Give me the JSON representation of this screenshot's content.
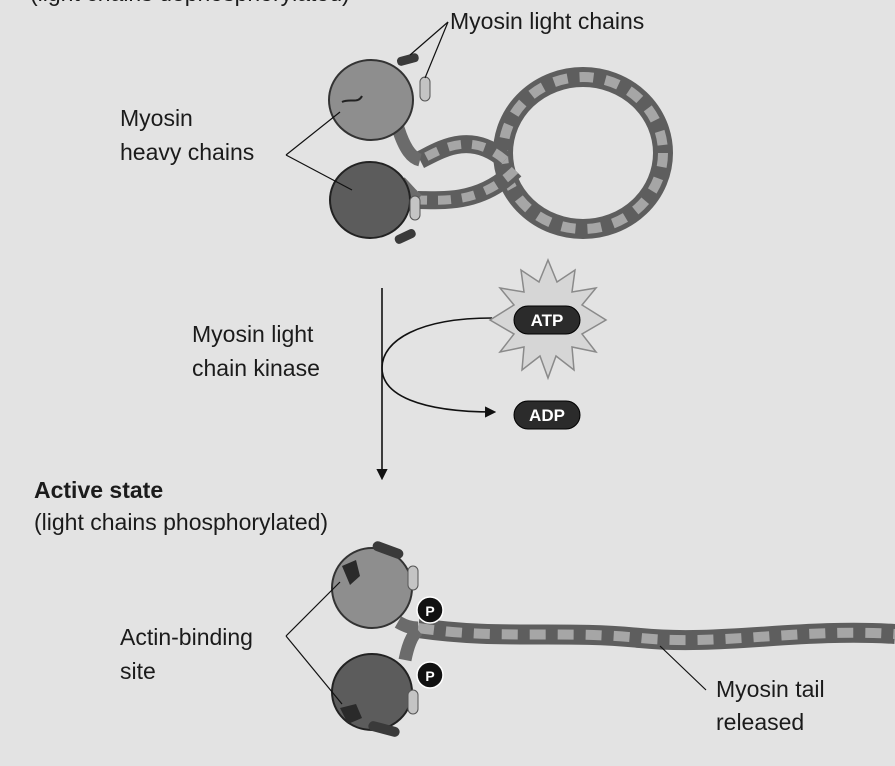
{
  "labels": {
    "top_fragment": "(light chains dephosphorylated)",
    "myosin_light_chains": "Myosin light chains",
    "myosin_heavy_chains_1": "Myosin",
    "myosin_heavy_chains_2": "heavy chains",
    "kinase_1": "Myosin light",
    "kinase_2": "chain kinase",
    "atp": "ATP",
    "adp": "ADP",
    "active_state": "Active state",
    "active_state_sub": "(light chains phosphorylated)",
    "phosphate": "P",
    "actin_binding_1": "Actin-binding",
    "actin_binding_2": "site",
    "tail_released_1": "Myosin tail",
    "tail_released_2": "released"
  },
  "colors": {
    "background": "#e3e3e3",
    "head_light": "#8e8e8e",
    "head_dark": "#5c5c5c",
    "strand_light": "#a6a6a6",
    "strand_dark": "#5e5e5e",
    "light_chain_dark": "#3a3a3a",
    "light_chain_light": "#c4c4c4",
    "atp_star": "#d6d6d6",
    "pill": "#2b2b2b",
    "line": "#111111"
  }
}
